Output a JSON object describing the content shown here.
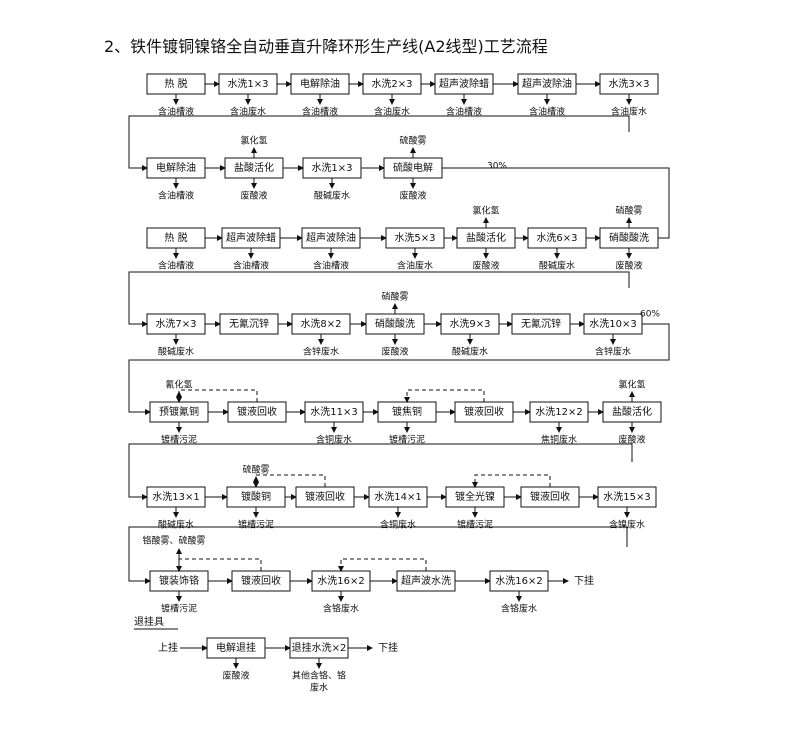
{
  "title": "2、铁件镀铜镍铬全自动垂直升降环形生产线(A2线型)工艺流程",
  "rows": [
    {
      "id": "r1",
      "steps": [
        {
          "label": "热  脱",
          "out": "含油槽液"
        },
        {
          "label": "水洗1×3",
          "out": "含油废水"
        },
        {
          "label": "电解除油",
          "out": "含油槽液"
        },
        {
          "label": "水洗2×3",
          "out": "含油废水"
        },
        {
          "label": "超声波除蜡",
          "out": "含油槽液"
        },
        {
          "label": "超声波除油",
          "out": "含油槽液"
        },
        {
          "label": "水洗3×3",
          "out": "含油废水"
        }
      ]
    },
    {
      "id": "r2",
      "steps": [
        {
          "label": "电解除油",
          "out": "含油槽液"
        },
        {
          "label": "盐酸活化",
          "out": "废酸液",
          "gas": "氯化氢"
        },
        {
          "label": "水洗1×3",
          "out": "酸碱废水"
        },
        {
          "label": "硫酸电解",
          "out": "废酸液",
          "gas": "硫酸雾"
        }
      ],
      "ratio": "30%"
    },
    {
      "id": "r3",
      "steps": [
        {
          "label": "热  脱",
          "out": "含油槽液"
        },
        {
          "label": "超声波除蜡",
          "out": "含油槽液"
        },
        {
          "label": "超声波除油",
          "out": "含油槽液"
        },
        {
          "label": "水洗5×3",
          "out": "含油废水"
        },
        {
          "label": "盐酸活化",
          "out": "废酸液",
          "gas": "氯化氢"
        },
        {
          "label": "水洗6×3",
          "out": "酸碱废水"
        },
        {
          "label": "硝酸酸洗",
          "out": "废酸液",
          "gas": "硝酸雾"
        }
      ]
    },
    {
      "id": "r4",
      "steps": [
        {
          "label": "水洗7×3",
          "out": "酸碱废水"
        },
        {
          "label": "无氰沉锌",
          "out": ""
        },
        {
          "label": "水洗8×2",
          "out": "含锌废水"
        },
        {
          "label": "硝酸酸洗",
          "out": "废酸液",
          "gas": "硝酸雾"
        },
        {
          "label": "水洗9×3",
          "out": "酸碱废水"
        },
        {
          "label": "无氰沉锌",
          "out": ""
        },
        {
          "label": "水洗10×3",
          "out": "含锌废水"
        }
      ],
      "ratio": "60%"
    },
    {
      "id": "r5",
      "steps": [
        {
          "label": "预镀氰铜",
          "out": "镀槽污泥",
          "gas": "氰化氢"
        },
        {
          "label": "镀液回收",
          "out": ""
        },
        {
          "label": "水洗11×3",
          "out": "含铜废水"
        },
        {
          "label": "镀焦铜",
          "out": "镀槽污泥"
        },
        {
          "label": "镀液回收",
          "out": ""
        },
        {
          "label": "水洗12×2",
          "out": "焦铜废水"
        },
        {
          "label": "盐酸活化",
          "out": "废酸液",
          "gas": "氯化氢"
        }
      ]
    },
    {
      "id": "r6",
      "steps": [
        {
          "label": "水洗13×1",
          "out": "酸碱废水"
        },
        {
          "label": "镀酸铜",
          "out": "镀槽污泥",
          "gas": "硫酸雾"
        },
        {
          "label": "镀液回收",
          "out": ""
        },
        {
          "label": "水洗14×1",
          "out": "含铜废水"
        },
        {
          "label": "镀全光镍",
          "out": "镀槽污泥"
        },
        {
          "label": "镀液回收",
          "out": ""
        },
        {
          "label": "水洗15×3",
          "out": "含镍废水"
        }
      ]
    },
    {
      "id": "r7",
      "gas": "铬酸雾、硫酸雾",
      "steps": [
        {
          "label": "镀装饰铬",
          "out": "镀槽污泥"
        },
        {
          "label": "镀液回收",
          "out": ""
        },
        {
          "label": "水洗16×2",
          "out": "含铬废水"
        },
        {
          "label": "超声波水洗",
          "out": ""
        },
        {
          "label": "水洗16×2",
          "out": "含铬废水"
        }
      ],
      "end": "下挂"
    },
    {
      "id": "r8",
      "heading": "退挂具",
      "start": "上挂",
      "steps": [
        {
          "label": "电解退挂",
          "out": "废酸液"
        },
        {
          "label": "退挂水洗×2",
          "out": "其他含铬、铬废水"
        }
      ],
      "end": "下挂"
    }
  ]
}
